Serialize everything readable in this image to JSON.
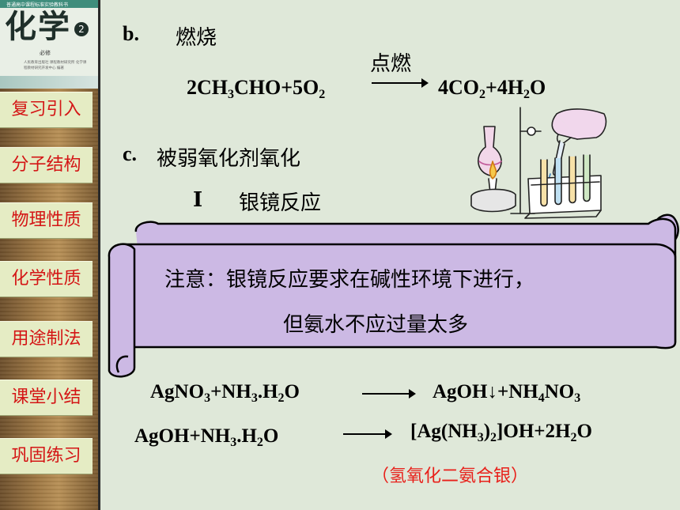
{
  "sidebar": {
    "book": {
      "series_text": "普通高中课程标准实验教科书",
      "title": "化学",
      "volume": "2",
      "requirement": "必修",
      "publisher_text": "人民教育出版社 课程教材研究所 化学课程教材研究开发中心 编著"
    },
    "items": [
      {
        "label": "复习引入"
      },
      {
        "label": "分子结构"
      },
      {
        "label": "物理性质"
      },
      {
        "label": "化学性质"
      },
      {
        "label": "用途制法"
      },
      {
        "label": "课堂小结"
      },
      {
        "label": "巩固练习"
      }
    ]
  },
  "content": {
    "section_b": {
      "marker": "b.",
      "title": "燃烧"
    },
    "combustion": {
      "condition": "点燃",
      "left": {
        "p1": "2CH",
        "s1": "3",
        "p2": "CHO+5O",
        "s2": "2"
      },
      "right": {
        "p1": "4CO",
        "s1": "2",
        "p2": "+4H",
        "s2": "2",
        "p3": "O"
      }
    },
    "section_c": {
      "marker": "c.",
      "title": "被弱氧化剂氧化"
    },
    "subsection_1": {
      "marker": "Ⅰ",
      "title": "银镜反应"
    },
    "note": {
      "line1": "注意：银镜反应要求在碱性环境下进行，",
      "line2": "但氨水不应过量太多"
    },
    "reaction1": {
      "left": {
        "p1": "AgNO",
        "s1": "3",
        "p2": "+NH",
        "s2": "3",
        "p3": ".H",
        "s3": "2",
        "p4": "O"
      },
      "right": {
        "p1": "AgOH↓+NH",
        "s1": "4",
        "p2": "NO",
        "s2": "3"
      }
    },
    "reaction2": {
      "left": {
        "p1": "AgOH+NH",
        "s1": "3",
        "p2": ".H",
        "s2": "2",
        "p3": "O"
      },
      "right": {
        "p1": "[Ag(NH",
        "s1": "3",
        "p2": ")",
        "s2": "2",
        "p3": "]OH+2H",
        "s3": "2",
        "p4": "O"
      }
    },
    "product_name": "（氢氧化二氨合银）"
  },
  "colors": {
    "background": "#dfe8d9",
    "nav_text": "#d41515",
    "nav_button": "#e5ecc4",
    "scroll_fill": "#ccb9e4",
    "product_name": "#e8201a"
  },
  "icons": {
    "lab_illustration": "chemistry-lab-icon",
    "scroll": "scroll-banner"
  }
}
